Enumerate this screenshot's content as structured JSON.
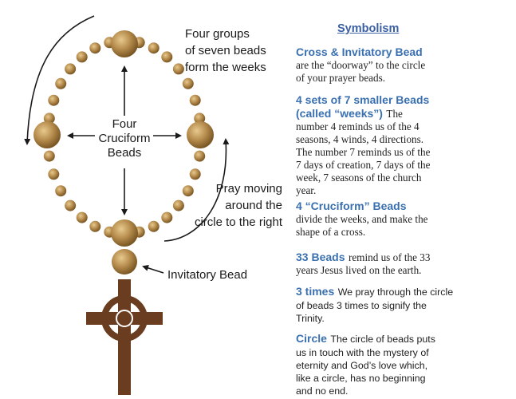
{
  "diagram": {
    "label_four_groups": [
      "Four groups",
      "of seven beads",
      "form the weeks"
    ],
    "label_cruciform": [
      "Four",
      "Cruciform",
      "Beads"
    ],
    "label_pray_moving": [
      "Pray moving",
      "around the",
      "circle to the right"
    ],
    "label_invitatory": "Invitatory Bead",
    "colors": {
      "bead": "#b58b4c",
      "bead_dark": "#7a5725",
      "cross": "#6b3d20"
    }
  },
  "panel": {
    "heading": "Symbolism",
    "sections": [
      {
        "title": "Cross & Invitatory Bead",
        "lines": [
          "are the “doorway” to the circle",
          "of  your prayer beads."
        ]
      },
      {
        "title_lines": [
          "4 sets of 7 smaller Beads",
          "(called “weeks”)"
        ],
        "inline": "The",
        "lines": [
          "number 4 reminds us of the 4",
          "seasons, 4 winds, 4 directions.",
          "The number 7 reminds us of the",
          "7 days of creation, 7 days of the",
          "week, 7 seasons of the church",
          "year."
        ]
      },
      {
        "title": "4 “Cruciform” Beads",
        "lines": [
          "divide the weeks, and make the",
          "shape of a cross."
        ]
      },
      {
        "title": "33 Beads",
        "inline": "remind us of the 33",
        "lines": [
          "years Jesus lived on the earth."
        ]
      },
      {
        "title": "3 times",
        "inline": "We pray through the circle",
        "lines": [
          "of beads 3 times to signify the",
          "Trinity."
        ]
      },
      {
        "title": "Circle",
        "inline": "The circle of beads puts",
        "lines": [
          "us in touch with the mystery of",
          "eternity and God’s love which,",
          "like a circle, has no beginning",
          "and no end."
        ]
      }
    ]
  }
}
